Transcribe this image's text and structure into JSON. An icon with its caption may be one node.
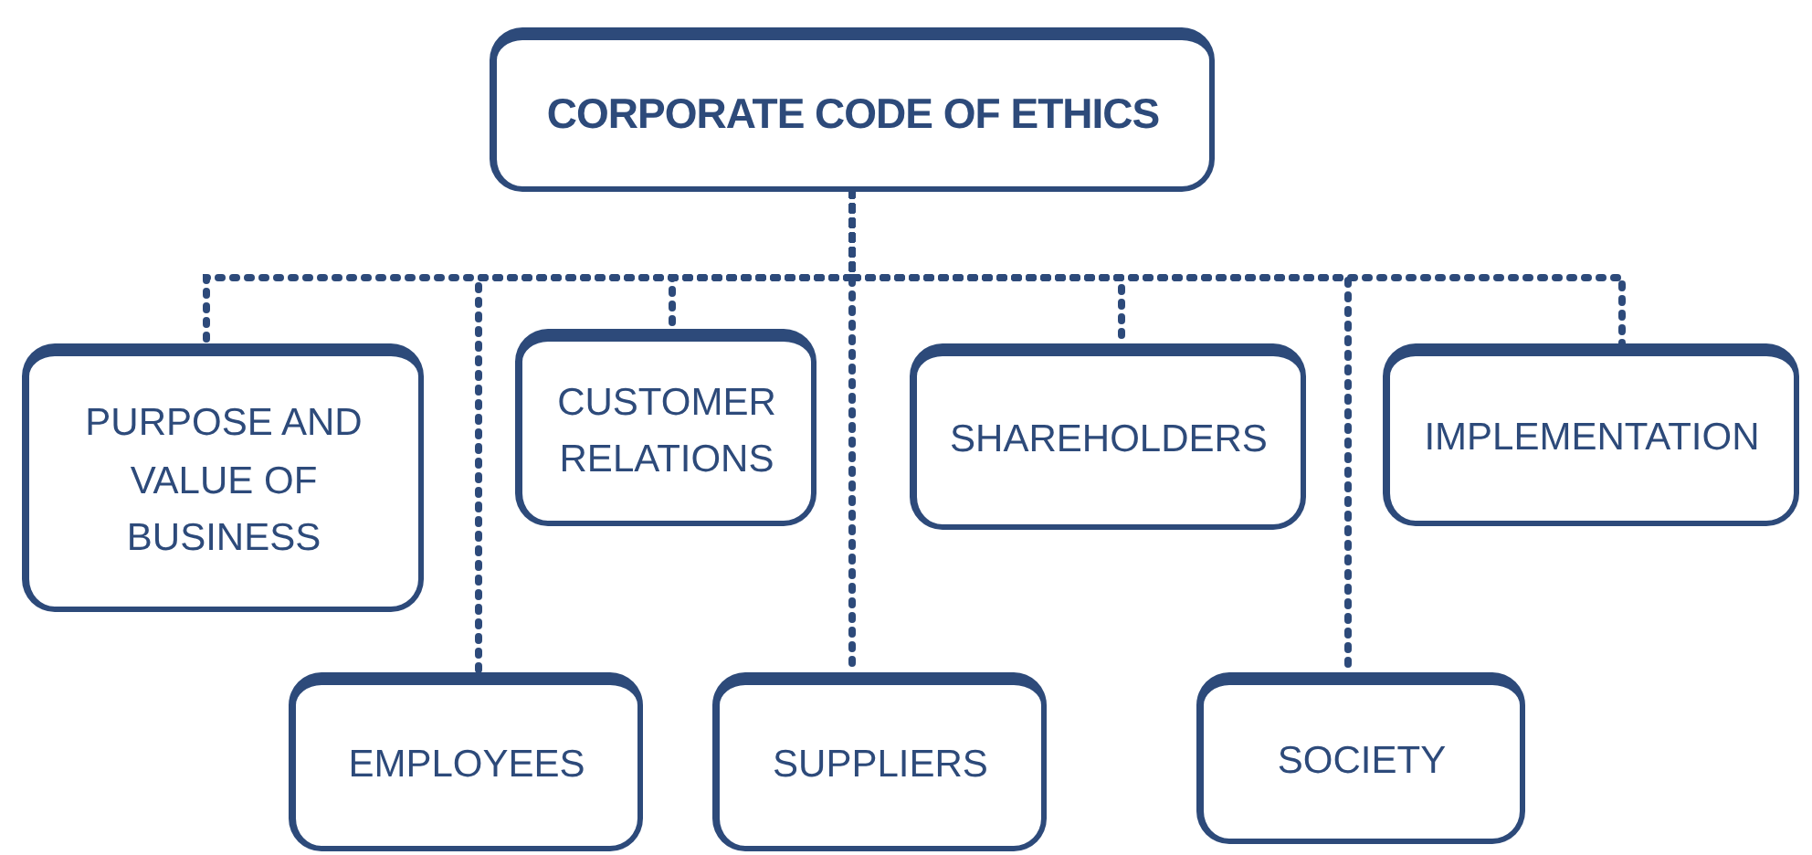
{
  "diagram": {
    "nodes": [
      {
        "text": [
          "CORPORATE CODE OF ETHICS"
        ]
      },
      {
        "text": [
          "PURPOSE AND VALUE OF BUSINESS"
        ]
      },
      {
        "text": [
          "CUSTOMER RELATIONS"
        ]
      },
      {
        "text": [
          "SHAREHOLDERS"
        ]
      },
      {
        "text": [
          "IMPLEMENTATION"
        ]
      },
      {
        "text": [
          "EMPLOYEES"
        ]
      },
      {
        "text": [
          "SUPPLIERS"
        ]
      },
      {
        "text": [
          "SOCIETY"
        ]
      }
    ],
    "edges": [
      {
        "from": 0,
        "to": 1,
        "arrow": "none"
      },
      {
        "from": 0,
        "to": 5,
        "arrow": "none"
      },
      {
        "from": 0,
        "to": 2,
        "arrow": "none"
      },
      {
        "from": 0,
        "to": 6,
        "arrow": "none"
      },
      {
        "from": 0,
        "to": 3,
        "arrow": "none"
      },
      {
        "from": 0,
        "to": 7,
        "arrow": "none"
      },
      {
        "from": 0,
        "to": 4,
        "arrow": "none"
      }
    ]
  }
}
